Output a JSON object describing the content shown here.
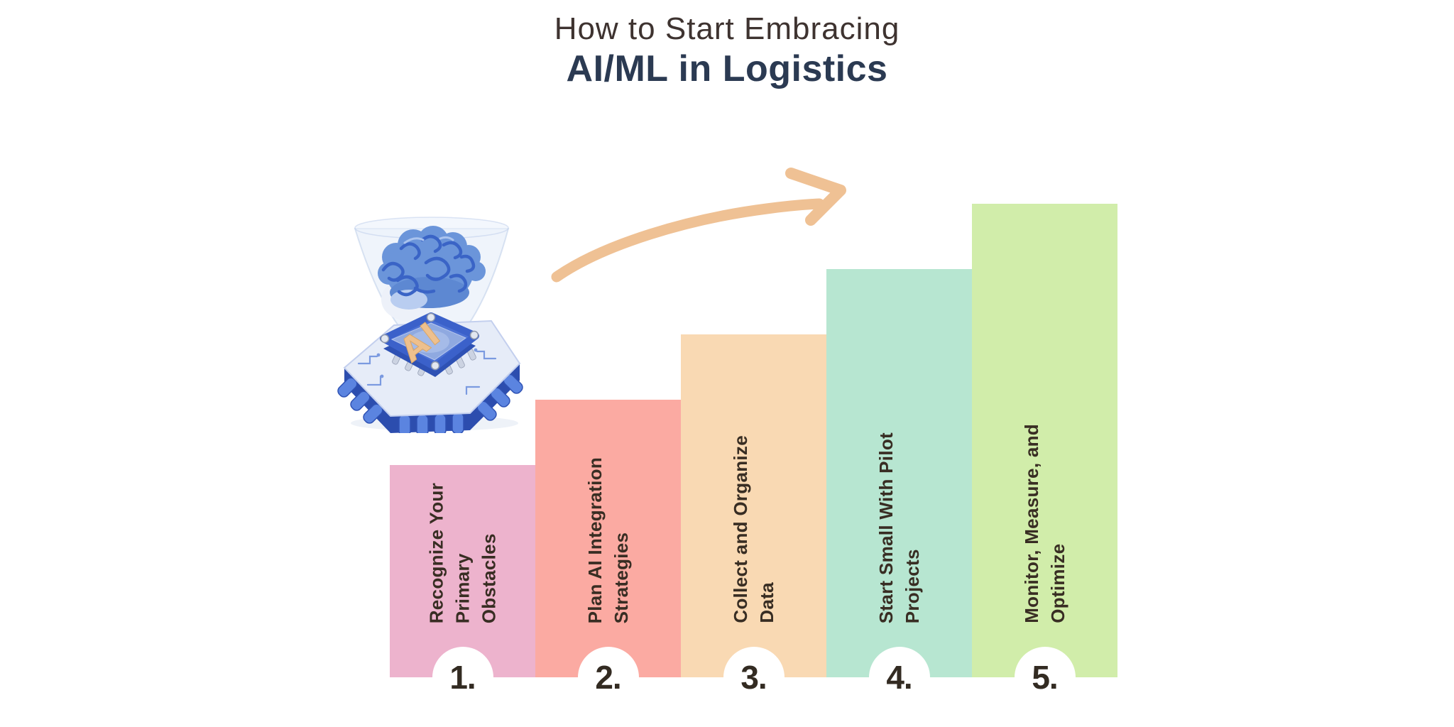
{
  "title": {
    "line1": "How to Start Embracing",
    "line2": "AI/ML in Logistics"
  },
  "steps": [
    {
      "number": "1.",
      "label": "Recognize Your Primary Obstacles",
      "lines": [
        "Recognize Your",
        "Primary",
        "Obstacles"
      ],
      "color": "#edb3cd"
    },
    {
      "number": "2.",
      "label": "Plan AI Integration Strategies",
      "lines": [
        "Plan AI Integration",
        "Strategies"
      ],
      "color": "#fbaaa2"
    },
    {
      "number": "3.",
      "label": "Collect and Organize Data",
      "lines": [
        "Collect and Organize",
        "Data"
      ],
      "color": "#f9d9b3"
    },
    {
      "number": "4.",
      "label": "Start Small With Pilot Projects",
      "lines": [
        "Start Small With Pilot",
        "Projects"
      ],
      "color": "#b7e6d1"
    },
    {
      "number": "5.",
      "label": "Monitor, Measure, and Optimize",
      "lines": [
        "Monitor, Measure, and",
        "Optimize"
      ],
      "color": "#d1edaa"
    }
  ],
  "illustration": {
    "name": "ai-brain-chip",
    "ai_text": "AI"
  },
  "arrow": {
    "name": "curved-growth-arrow"
  },
  "colors": {
    "background": "#ffffff",
    "title1": "#3e3330",
    "title2": "#2b3a52",
    "label": "#382d23",
    "number": "#332b22",
    "arrow": "#efc194",
    "circle": "#ffffff"
  }
}
